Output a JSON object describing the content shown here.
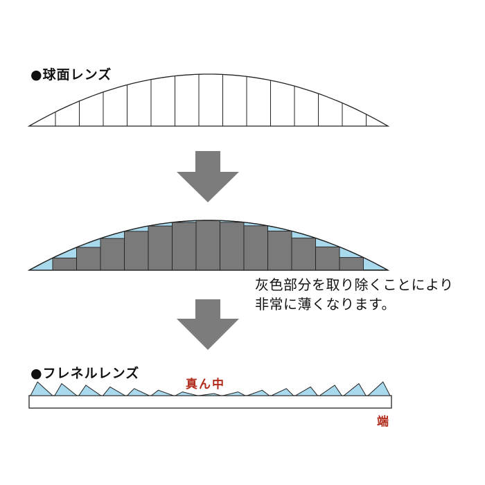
{
  "spherical_lens": {
    "heading": "●球面レンズ"
  },
  "explanation": {
    "line1": "灰色部分を取り除くことにより",
    "line2": "非常に薄くなります。"
  },
  "fresnel_lens": {
    "heading": "●フレネルレンズ",
    "center_label": "真ん中",
    "edge_label": "端"
  },
  "colors": {
    "outline": "#222222",
    "removed_gray": "#7a7a7a",
    "lens_blue": "#a9d9ec",
    "arrow_gray": "#7c7c7c",
    "label_red": "#b22b1a"
  }
}
